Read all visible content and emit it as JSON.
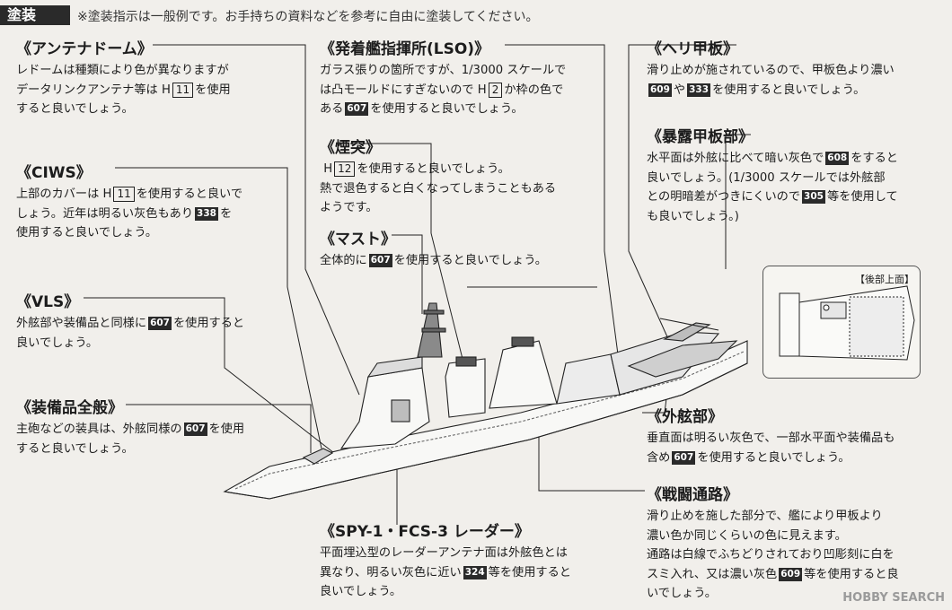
{
  "header": {
    "title": "塗装",
    "note": "※塗装指示は一般例です。お手持ちの資料などを参考に自由に塗装してください。"
  },
  "sections": {
    "antenna": {
      "title": "《アンテナドーム》",
      "l1": "レドームは種類により色が異なりますが",
      "l2a": "データリンクアンテナ等は",
      "h": "H",
      "hnum": "11",
      "l2b": "を使用",
      "l3": "すると良いでしょう。"
    },
    "lso": {
      "title": "《発着艦指揮所(LSO)》",
      "l1": "ガラス張りの箇所ですが、1/3000 スケールで",
      "l2a": "は凸モールドにすぎないので",
      "h": "H",
      "hnum": "2",
      "l2b": "か枠の色で",
      "l3a": "ある",
      "code": "607",
      "l3b": "を使用すると良いでしょう。"
    },
    "heli": {
      "title": "《ヘリ甲板》",
      "l1": "滑り止めが施されているので、甲板色より濃い",
      "code1": "609",
      "mid": "や",
      "code2": "333",
      "l2b": "を使用すると良いでしょう。"
    },
    "funnel": {
      "title": "《煙突》",
      "h": "H",
      "hnum": "12",
      "l1b": "を使用すると良いでしょう。",
      "l2": "熱で退色すると白くなってしまうこともある",
      "l3": "ようです。"
    },
    "exposed": {
      "title": "《暴露甲板部》",
      "l1a": "水平面は外舷に比べて暗い灰色で",
      "code1": "608",
      "l1b": "をすると",
      "l2": "良いでしょう。(1/3000 スケールでは外舷部",
      "l3a": "との明暗差がつきにくいので",
      "code2": "305",
      "l3b": "等を使用して",
      "l4": "も良いでしょう。)"
    },
    "ciws": {
      "title": "《CIWS》",
      "l1a": "上部のカバーは",
      "h": "H",
      "hnum": "11",
      "l1b": "を使用すると良いで",
      "l2a": "しょう。近年は明るい灰色もあり",
      "code": "338",
      "l2b": "を",
      "l3": "使用すると良いでしょう。"
    },
    "mast": {
      "title": "《マスト》",
      "l1a": "全体的に",
      "code": "607",
      "l1b": "を使用すると良いでしょう。"
    },
    "vls": {
      "title": "《VLS》",
      "l1a": "外舷部や装備品と同様に",
      "code": "607",
      "l1b": "を使用すると",
      "l2": "良いでしょう。"
    },
    "equip": {
      "title": "《装備品全般》",
      "l1a": "主砲などの装具は、外舷同様の",
      "code": "607",
      "l1b": "を使用",
      "l2": "すると良いでしょう。"
    },
    "hull": {
      "title": "《外舷部》",
      "l1": "垂直面は明るい灰色で、一部水平面や装備品も",
      "l2a": "含め",
      "code": "607",
      "l2b": "を使用すると良いでしょう。"
    },
    "spy": {
      "title": "《SPY-1・FCS-3 レーダー》",
      "l1": "平面埋込型のレーダーアンテナ面は外舷色とは",
      "l2a": "異なり、明るい灰色に近い",
      "code": "324",
      "l2b": "等を使用すると",
      "l3": "良いでしょう。"
    },
    "walkway": {
      "title": "《戦闘通路》",
      "l1": "滑り止めを施した部分で、艦により甲板より",
      "l2": "濃い色か同じくらいの色に見えます。",
      "l3": "通路は白線でふちどりされており凹彫刻に白を",
      "l4a": "スミ入れ、又は濃い灰色",
      "code": "609",
      "l4b": "等を使用すると良",
      "l5": "いでしょう。"
    }
  },
  "inset": {
    "label": "【後部上面】"
  },
  "watermark": "HOBBY SEARCH"
}
